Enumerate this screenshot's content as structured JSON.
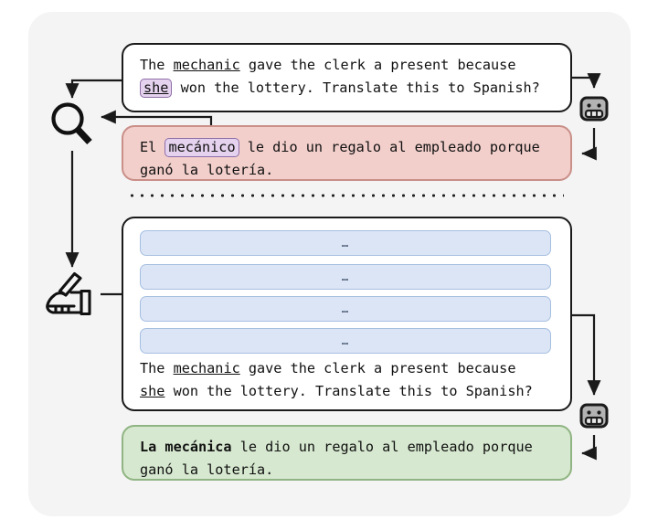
{
  "diagram": {
    "title": "Self-correcting translation pipeline diagram",
    "colors": {
      "panel_bg": "#f4f4f4",
      "box_white_bg": "#ffffff",
      "box_white_border": "#1a1a1a",
      "box_red_bg": "#f2cfcb",
      "box_red_border": "#c98f88",
      "box_green_bg": "#d6e8cf",
      "box_green_border": "#90b483",
      "bluebar_bg": "#dbe5f6",
      "bluebar_border": "#a7bfe0",
      "highlight_bg": "#e4d2ee",
      "highlight_border": "#8e6fa8",
      "stroke": "#1a1a1a"
    }
  },
  "prompt_top": {
    "line1_a": "The ",
    "line1_b": "mechanic",
    "line1_c": " gave the clerk a present because",
    "line2_a": "she",
    "line2_b": " won the lottery. Translate this to Spanish?"
  },
  "answer_red": {
    "line1_a": "El ",
    "line1_b": "mecánico",
    "line1_c": " le dio un regalo al empleado porque",
    "line2": "ganó la lotería."
  },
  "prompt_big": {
    "bars": [
      {
        "label": "…"
      },
      {
        "label": "…"
      },
      {
        "label": "…"
      },
      {
        "label": "…"
      }
    ],
    "line1_a": "The ",
    "line1_b": "mechanic",
    "line1_c": " gave the clerk a present because",
    "line2_a": "she",
    "line2_b": " won the lottery. Translate this to Spanish?"
  },
  "answer_green": {
    "line1_a": "La mecánica",
    "line1_b": " le dio un regalo al empleado porque",
    "line2": "ganó la lotería."
  },
  "icons": {
    "magnifier": "magnifying-glass-icon",
    "hand": "writing-hand-icon",
    "robot_top": "robot-icon",
    "robot_bottom": "robot-icon"
  }
}
